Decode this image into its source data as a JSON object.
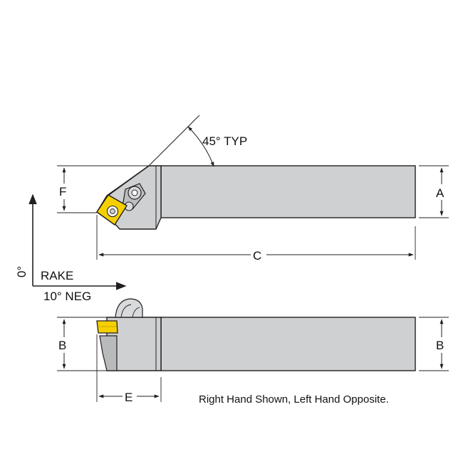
{
  "labels": {
    "angle": "45° TYP",
    "dim_f": "F",
    "dim_a": "A",
    "dim_c": "C",
    "dim_b_left": "B",
    "dim_b_right": "B",
    "dim_e": "E",
    "rake_zero": "0°",
    "rake": "RAKE",
    "rake_neg": "10° NEG"
  },
  "caption": "Right Hand Shown, Left Hand Opposite.",
  "colors": {
    "body": "#cfd0d2",
    "body_shade": "#b9babc",
    "outline": "#231f20",
    "insert": "#f5d000",
    "insert_dark": "#c9a800",
    "dimension": "#231f20"
  }
}
